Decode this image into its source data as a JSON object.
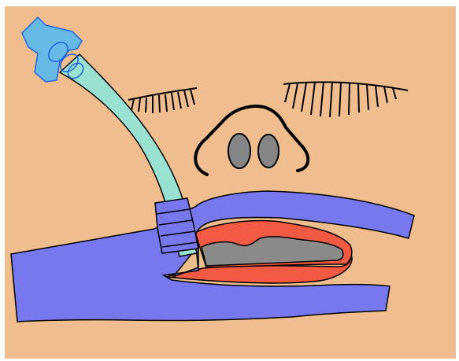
{
  "colors": {
    "skin": "#F0BE8E",
    "tape": "#7777EE",
    "tube": "#99E2D2",
    "connector": "#4FB8F6",
    "lip": "#F35A44",
    "mouth_interior": "#8A8A8A",
    "nostril": "#858585",
    "outline": "#000000"
  },
  "parts": [
    "face",
    "closed-eyes",
    "nose",
    "mouth",
    "endotracheal-tube",
    "tube-connector",
    "securing-tape"
  ]
}
